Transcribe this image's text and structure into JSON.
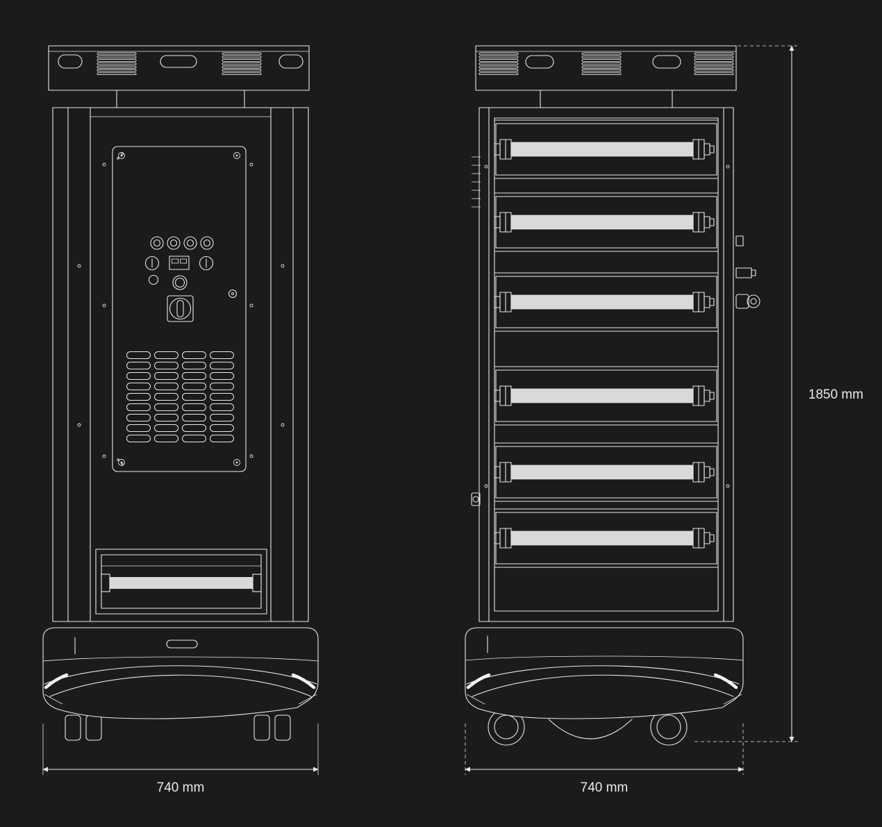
{
  "colors": {
    "background": "#1b1b1b",
    "line": "#e8e8e8",
    "lamp_fill": "#d9d9d9",
    "roller_fill": "#d9d9d9",
    "text": "#ebebeb"
  },
  "dimensions": {
    "left_view_width": "740 mm",
    "right_view_width": "740 mm",
    "height": "1850 mm"
  }
}
